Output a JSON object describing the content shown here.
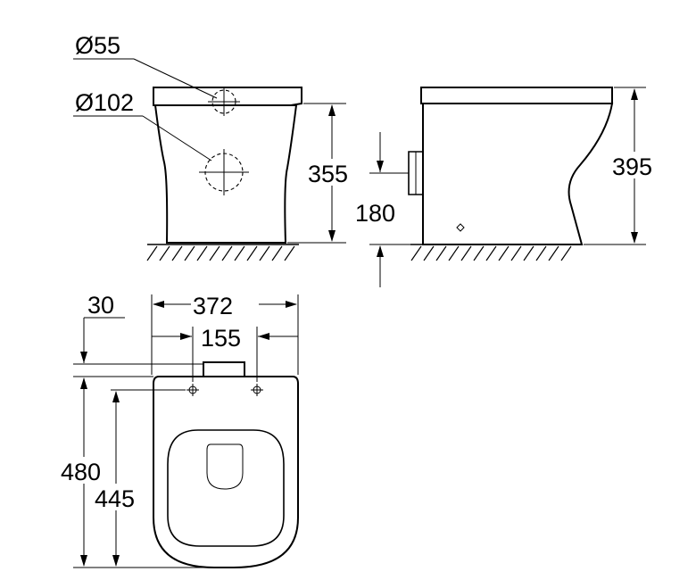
{
  "dimensions": {
    "outlet_diameter_small": "Ø55",
    "outlet_diameter_large": "Ø102",
    "front_height": "355",
    "side_height": "395",
    "outlet_height": "180",
    "overall_width": "372",
    "fixing_distance": "155",
    "rear_offset": "30",
    "overall_depth": "480",
    "fixing_depth": "445"
  }
}
